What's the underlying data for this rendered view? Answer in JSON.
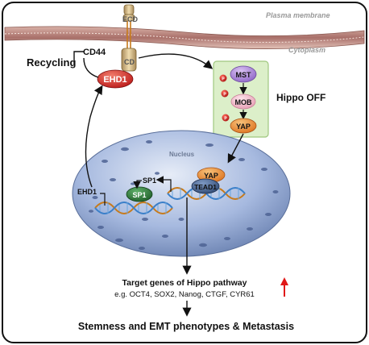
{
  "labels": {
    "ecd": "ECD",
    "plasma_membrane": "Plasma membrane",
    "cytoplasm": "Cytoplasm",
    "cd44": "CD44",
    "cd": "CD",
    "recycling": "Recycling",
    "ehd1_top": "EHD1",
    "hippo_off": "Hippo OFF",
    "mst": "MST",
    "mob": "MOB",
    "yap_box": "YAP",
    "phospho": "P",
    "nucleus": "Nucleus",
    "sp1_gene": "SP1",
    "ehd1_gene": "EHD1",
    "sp1_protein": "SP1",
    "yap_nuc": "YAP",
    "tead1": "TEAD1",
    "target_title": "Target genes of Hippo pathway",
    "target_examples": "e.g. OCT4, SOX2, Nanog, CTGF, CYR61",
    "outcome": "Stemness and EMT phenotypes & Metastasis"
  },
  "colors": {
    "ehd1_red": "#cc1f1f",
    "mst_purple": "#a983d6",
    "mob_pink": "#f2b6c8",
    "yap_orange": "#e8862a",
    "hippo_box": "#dcefc9",
    "nucleus_blue": "#8fa8d4",
    "sp1_green": "#2f7a3a",
    "tead1_blue": "#3f5f8e",
    "up_arrow": "#e01818"
  },
  "icons": {
    "up_arrow": "red-up-arrow-icon",
    "phospho": "phosphate-circle-icon"
  }
}
